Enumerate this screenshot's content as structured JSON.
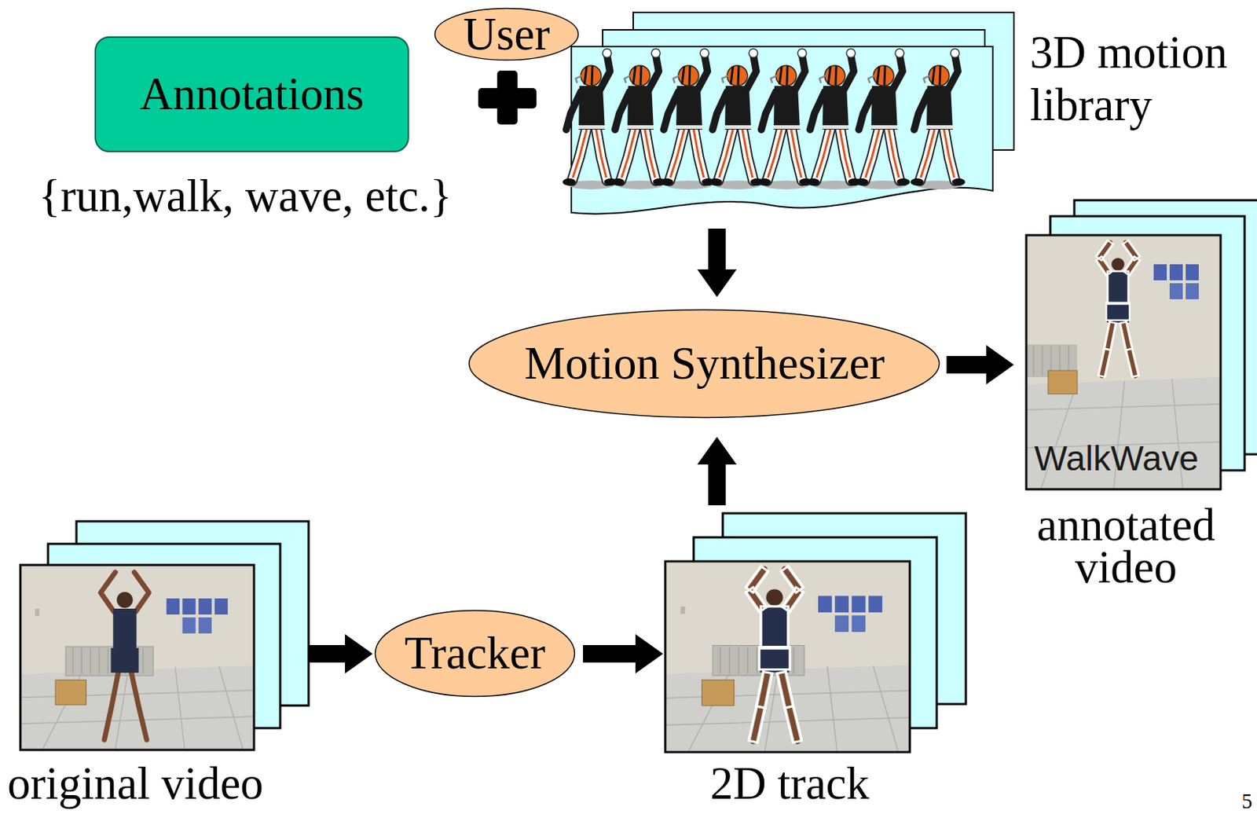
{
  "diagram": {
    "nodes": [
      {
        "text": [
          "Annotations"
        ]
      },
      {
        "text": [
          "User"
        ]
      },
      {
        "text": [
          "3D motion library"
        ]
      },
      {
        "text": [
          "Motion Synthesizer"
        ]
      },
      {
        "text": [
          "WalkWave",
          "annotated video"
        ]
      },
      {
        "text": [
          "original video"
        ]
      },
      {
        "text": [
          "Tracker"
        ]
      },
      {
        "text": [
          "2D track"
        ]
      }
    ],
    "edges": [
      {
        "from": 2,
        "to": 3,
        "arrow": "to"
      },
      {
        "from": 7,
        "to": 3,
        "arrow": "to"
      },
      {
        "from": 3,
        "to": 4,
        "arrow": "to"
      },
      {
        "from": 5,
        "to": 6,
        "arrow": "to"
      },
      {
        "from": 6,
        "to": 7,
        "arrow": "to"
      }
    ],
    "labels": [
      "{run,walk, wave, etc.}",
      "5"
    ]
  }
}
